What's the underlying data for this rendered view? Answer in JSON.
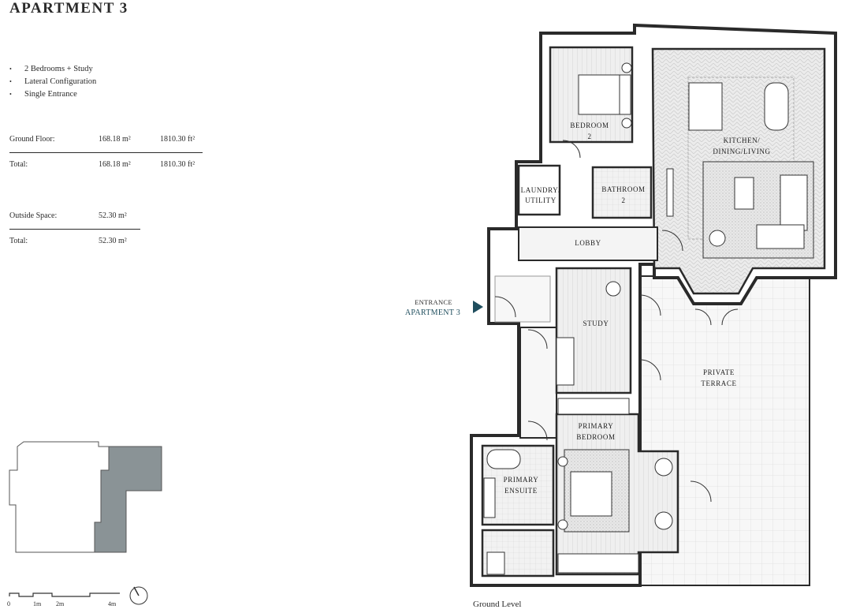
{
  "title": "APARTMENT 3",
  "features": [
    "2 Bedrooms + Study",
    "Lateral Configuration",
    "Single Entrance"
  ],
  "areas": {
    "ground": {
      "label": "Ground Floor:",
      "sqm": "168.18 m²",
      "sqft": "1810.30 ft²"
    },
    "total1": {
      "label": "Total:",
      "sqm": "168.18 m²",
      "sqft": "1810.30 ft²"
    },
    "outside": {
      "label": "Outside Space:",
      "sqm": "52.30 m²"
    },
    "total2": {
      "label": "Total:",
      "sqm": "52.30 m²"
    }
  },
  "rooms": {
    "bedroom2_a": "BEDROOM",
    "bedroom2_b": "2",
    "kitchen_a": "KITCHEN/",
    "kitchen_b": "DINING/LIVING",
    "laundry_a": "LAUNDRY/",
    "laundry_b": "UTILITY",
    "bathroom2_a": "BATHROOM",
    "bathroom2_b": "2",
    "lobby": "LOBBY",
    "study": "STUDY",
    "terrace_a": "PRIVATE",
    "terrace_b": "TERRACE",
    "primary_bed_a": "PRIMARY",
    "primary_bed_b": "BEDROOM",
    "ensuite_a": "PRIMARY",
    "ensuite_b": "ENSUITE"
  },
  "entrance": {
    "line1": "ENTRANCE",
    "line2": "APARTMENT 3"
  },
  "level": "Ground Level",
  "scale": [
    "0",
    "1m",
    "2m",
    "4m"
  ],
  "colors": {
    "highlight": "#8a9396",
    "accent": "#1f4e5e",
    "wall": "#2a2a2a"
  }
}
